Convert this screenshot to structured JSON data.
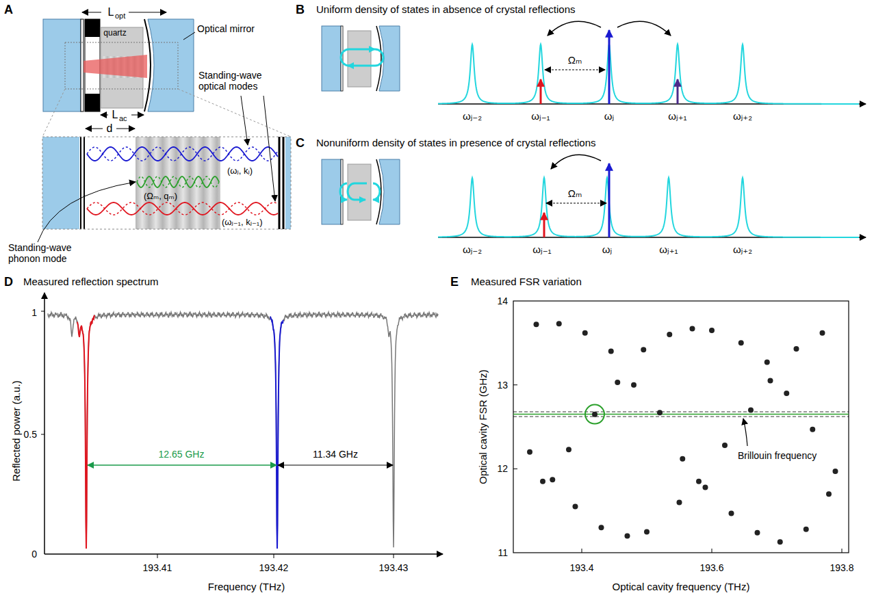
{
  "diagram": {
    "labels": [
      "A",
      "L",
      "opt",
      "quartz",
      "Optical mirror",
      "L",
      "ac",
      "Standing-wave optical modes",
      "d",
      "(ωⱼ, kⱼ)",
      "(Ωₘ, qₘ)",
      "(ωⱼ₋₁, kⱼ₋₁)",
      "Standing-wave phonon mode",
      "B",
      "Uniform density of states in absence of crystal reflections",
      "Ωₘ",
      "ωⱼ₋₂",
      "ωⱼ₋₁",
      "ωⱼ",
      "ωⱼ₊₁",
      "ωⱼ₊₂",
      "C",
      "Nonuniform density of states in presence of crystal reflections",
      "Ωₘ",
      "ωⱼ₋₂",
      "ωⱼ₋₁",
      "ωⱼ",
      "ωⱼ₊₁",
      "ωⱼ₊₂",
      "D",
      "Measured reflection spectrum",
      "1",
      "0.5",
      "0",
      "Reflected power (a.u.)",
      "12.65 GHz",
      "11.34 GHz",
      "193.41",
      "193.42",
      "193.43",
      "Frequency (THz)",
      "E",
      "Measured FSR variation",
      "14",
      "13",
      "12",
      "11",
      "Optical cavity FSR (GHz)",
      "193.4",
      "193.6",
      "193.8",
      "Optical cavity frequency (THz)",
      "Brillouin frequency"
    ]
  }
}
